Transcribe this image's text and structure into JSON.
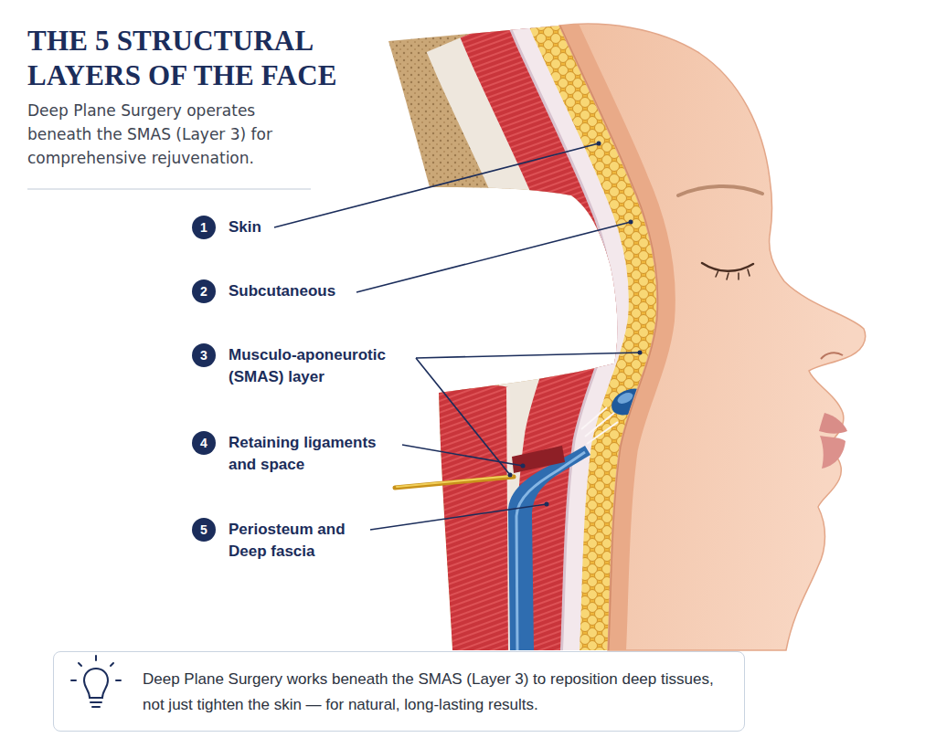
{
  "diagram": {
    "title": "THE 5 STRUCTURAL LAYERS OF THE FACE",
    "nodes": [
      {
        "text": [
          "1",
          "Skin"
        ]
      },
      {
        "text": [
          "2",
          "Subcutaneous"
        ]
      },
      {
        "text": [
          "3",
          "Musculo-aponeurotic (SMAS) layer"
        ]
      },
      {
        "text": [
          "4",
          "Retaining ligaments and space"
        ]
      },
      {
        "text": [
          "5",
          "Periosteum and Deep fascia"
        ]
      },
      {
        "text": [
          "Deep Plane Surgery works beneath the SMAS (Layer 3) to reposition deep tissues, not just tighten the skin — for natural, long-lasting results."
        ]
      }
    ],
    "labels": [
      "Deep Plane Surgery operates beneath the SMAS (Layer 3) for comprehensive rejuvenation."
    ]
  }
}
